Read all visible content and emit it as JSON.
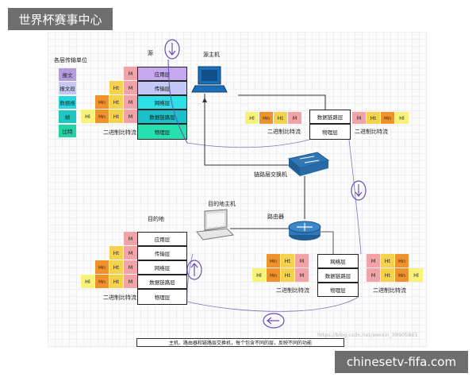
{
  "banner_top": "世界杯赛事中心",
  "banner_bottom": "chinesetv-fifa.com",
  "watermark": "https://blog.csdn.net/weixin_39905861",
  "caption": "主机、路由器和链路层交换机，每个包含不同的层，反映不同的功能",
  "labels": {
    "units_title": "各层传输单位",
    "source": "源",
    "source_host": "源主机",
    "switch": "链路层交换机",
    "dest_host": "目的地主机",
    "router": "路由器",
    "destination": "目的地"
  },
  "units": [
    "报文",
    "报文段",
    "数据报",
    "帧",
    "比特"
  ],
  "headers": {
    "m": "M",
    "ht": "Ht",
    "hn": "Hn",
    "hl": "Hl"
  },
  "bitstream": "二进制比特流",
  "layers": {
    "app": "应用层",
    "transport": "传输层",
    "network": "网络层",
    "link": "数据链路层",
    "physical": "物理层"
  },
  "colors": {
    "m": "#f3a3a8",
    "ht": "#f5d24b",
    "hn": "#f0922c",
    "hl": "#f7f27a",
    "unit_message": "#b39ddb",
    "unit_segment": "#c5c8f0",
    "unit_datagram": "#26d7e0",
    "unit_frame": "#1ec6bf",
    "unit_bit": "#22d3a6",
    "src_app": "#c5a8ee",
    "src_transport": "#c4c8f5",
    "src_network": "#2de0e8",
    "src_link": "#1cc0c8",
    "src_physical": "#27e0b0",
    "arrow": "#6a4fb3"
  }
}
